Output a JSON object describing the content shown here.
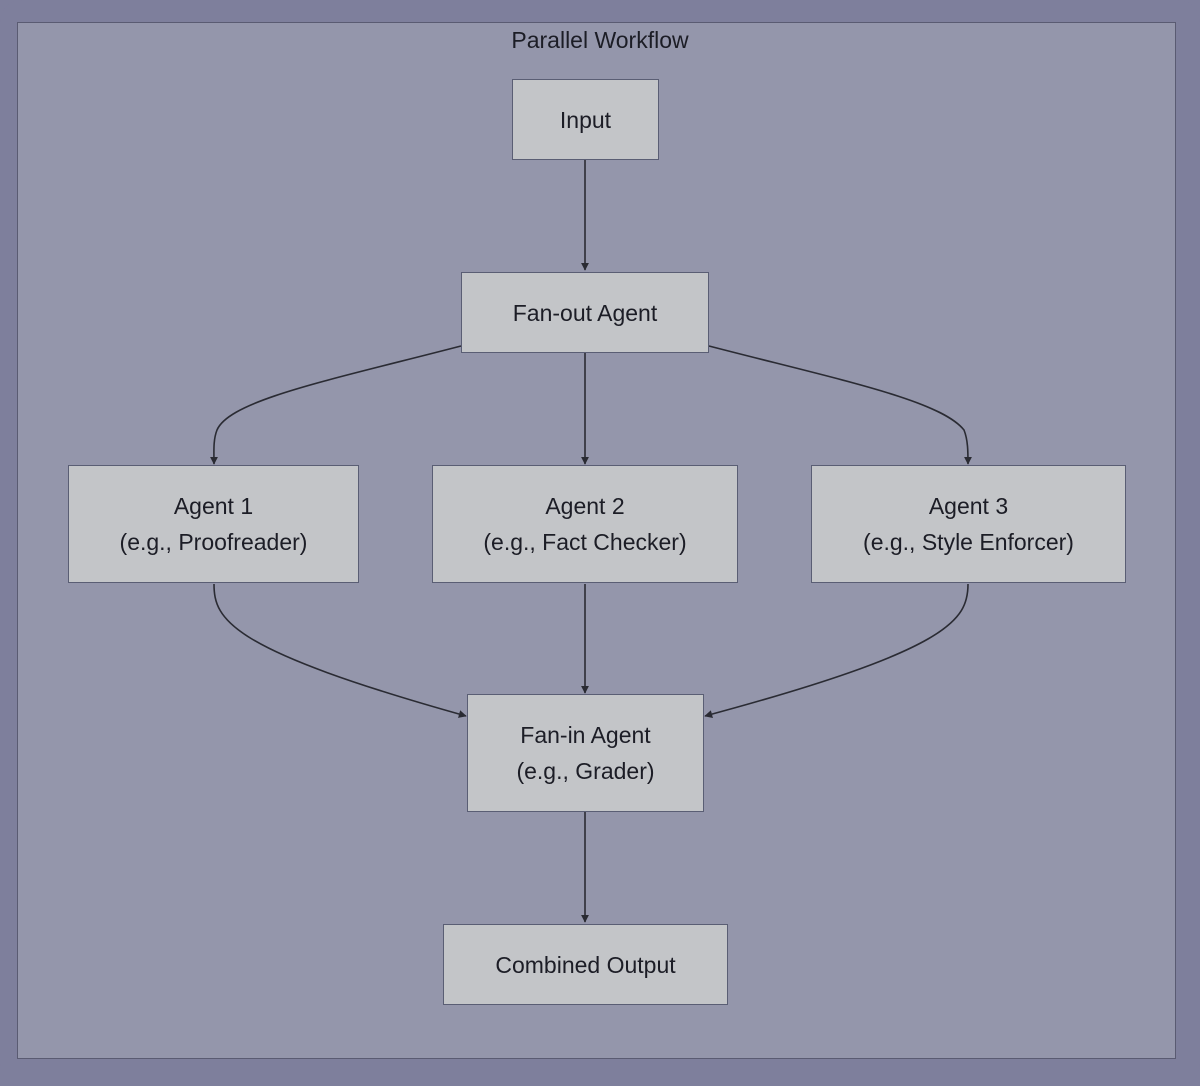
{
  "diagram": {
    "title": "Parallel Workflow",
    "nodes": {
      "input": {
        "label": "Input"
      },
      "fan_out": {
        "label": "Fan-out Agent"
      },
      "agent1": {
        "label": "Agent 1",
        "sublabel": "(e.g., Proofreader)"
      },
      "agent2": {
        "label": "Agent 2",
        "sublabel": "(e.g., Fact Checker)"
      },
      "agent3": {
        "label": "Agent 3",
        "sublabel": "(e.g., Style Enforcer)"
      },
      "fan_in": {
        "label": "Fan-in Agent",
        "sublabel": "(e.g., Grader)"
      },
      "output": {
        "label": "Combined Output"
      }
    },
    "edges": [
      {
        "from": "input",
        "to": "fan_out"
      },
      {
        "from": "fan_out",
        "to": "agent1"
      },
      {
        "from": "fan_out",
        "to": "agent2"
      },
      {
        "from": "fan_out",
        "to": "agent3"
      },
      {
        "from": "agent1",
        "to": "fan_in"
      },
      {
        "from": "agent2",
        "to": "fan_in"
      },
      {
        "from": "agent3",
        "to": "fan_in"
      },
      {
        "from": "fan_in",
        "to": "output"
      }
    ],
    "colors": {
      "background": "#7e7f9c",
      "cluster_fill": "#9496ab",
      "node_fill": "#c3c5c8",
      "border": "#5a5e74",
      "edge": "#2a2b33"
    }
  }
}
